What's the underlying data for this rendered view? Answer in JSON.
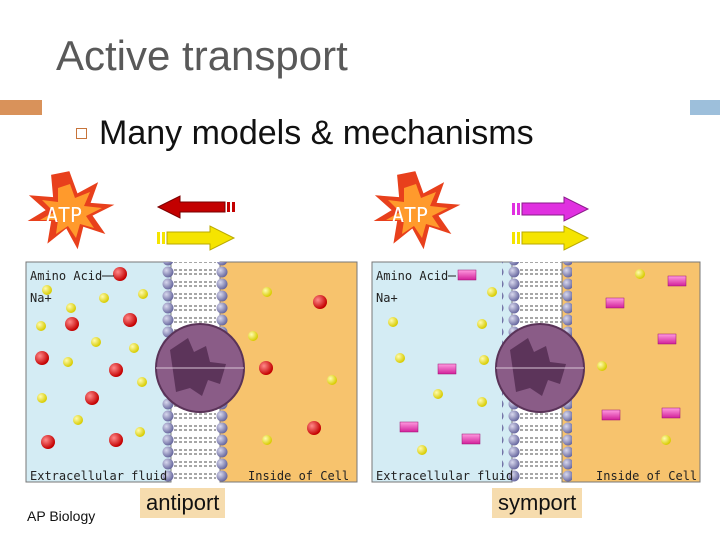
{
  "slide": {
    "title": "Active transport",
    "bullet": "Many models & mechanisms",
    "footer": "AP Biology",
    "colors": {
      "accent_left": "#d9925a",
      "accent_right": "#9dbfdb",
      "burst": "#e8401c",
      "extracellular": "#d4ecf4",
      "intracellular": "#f7c36d"
    }
  },
  "panels": [
    {
      "id": "antiport",
      "caption": "antiport",
      "atp_label": "ATP",
      "amino_label": "Amino Acid",
      "na_label": "Na+",
      "extracellular_label": "Extracellular fluid",
      "inside_label": "Inside of Cell"
    },
    {
      "id": "symport",
      "caption": "symport",
      "atp_label": "ATP",
      "amino_label": "Amino Acid",
      "na_label": "Na+",
      "extracellular_label": "Extracellular fluid",
      "inside_label": "Inside of Cell"
    }
  ]
}
